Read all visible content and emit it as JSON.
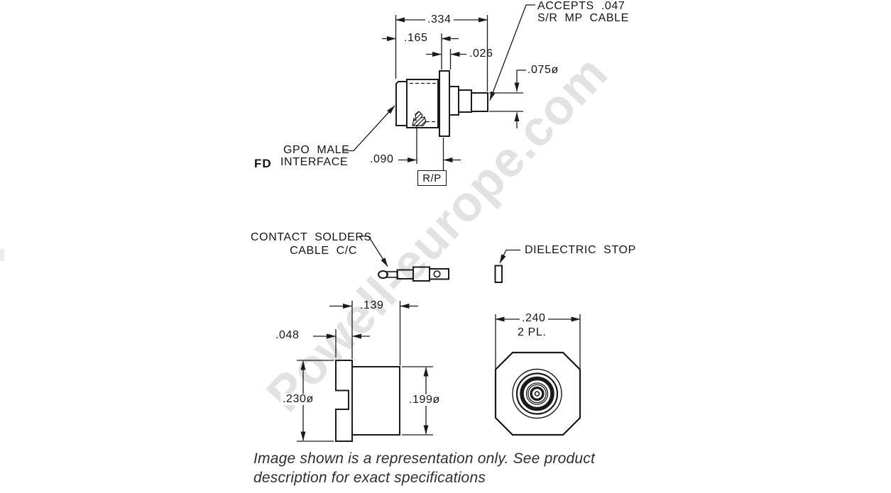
{
  "watermark": {
    "text": "Powell-europe.com"
  },
  "top_view": {
    "note_accepts_line1": "ACCEPTS .047",
    "note_accepts_line2": "S/R MP CABLE",
    "dim_overall_length": ".334",
    "dim_body_length": ".165",
    "dim_flange_thickness": ".026",
    "dim_cable_entry_dia": ".075ø",
    "label_interface_line1": "GPO MALE",
    "label_interface_line2": "INTERFACE",
    "label_fd": "FD",
    "dim_rear_projection": ".090",
    "rp_box_label": "R/P"
  },
  "middle_views": {
    "note_contact_line1": "CONTACT SOLDERS",
    "note_contact_line2": "CABLE C/C",
    "note_dielectric": "DIELECTRIC STOP"
  },
  "bottom_left_view": {
    "dim_body_length": ".139",
    "dim_flange_thickness": ".048",
    "dim_flange_dia": ".230ø",
    "dim_body_dia": ".199ø"
  },
  "bottom_right_view": {
    "dim_flat_to_flat": ".240",
    "dim_places_note": "2 PL."
  },
  "caption": {
    "line1": "Image shown is a representation only. See product",
    "line2": "description for exact specifications"
  },
  "colors": {
    "line": "#1a1a1a",
    "watermark": "#e2e2e2",
    "caption": "#2e2e2e"
  }
}
